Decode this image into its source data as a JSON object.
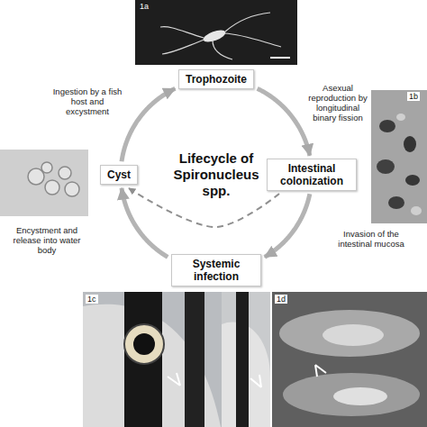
{
  "diagram": {
    "title": "Lifecycle of Spironucleus spp.",
    "nodes": [
      {
        "text": [
          "Trophozoite"
        ]
      },
      {
        "text": [
          "Cyst"
        ]
      },
      {
        "text": [
          "Intestinal colonization"
        ]
      },
      {
        "text": [
          "Systemic infection"
        ]
      }
    ],
    "edges": [
      {
        "from": 0,
        "to": 2,
        "arrow": "to"
      },
      {
        "from": 2,
        "to": 3,
        "arrow": "to"
      },
      {
        "from": 3,
        "to": 1,
        "arrow": "to"
      },
      {
        "from": 1,
        "to": 0,
        "arrow": "to"
      },
      {
        "from": 2,
        "to": 1,
        "arrow": "to"
      }
    ],
    "labels": [
      "Ingestion by a fish host and excystment",
      "Asexual reproduction by longitudinal binary fission",
      "Encystment and release into water body",
      "Invasion of the intestinal mucosa",
      "1a",
      "1b",
      "1c",
      "1d"
    ]
  }
}
